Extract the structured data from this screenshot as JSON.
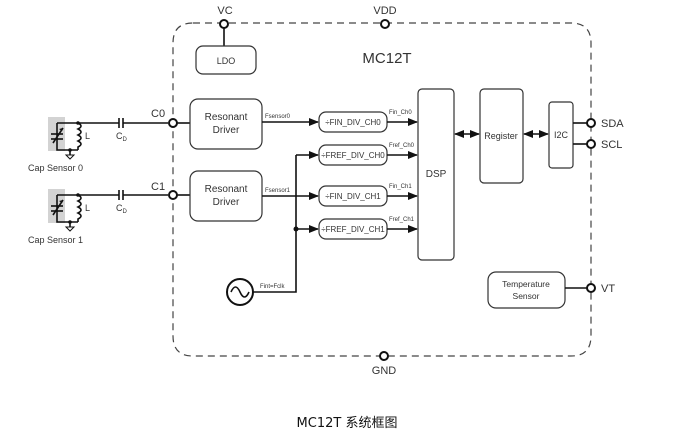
{
  "chip": {
    "name": "MC12T"
  },
  "pins": {
    "vc": "VC",
    "vdd": "VDD",
    "gnd": "GND",
    "c0": "C0",
    "c1": "C1",
    "sda": "SDA",
    "scl": "SCL",
    "vt": "VT"
  },
  "sensors": [
    {
      "label": "Cap Sensor 0",
      "inductor": "L",
      "capacitor": "C",
      "capacitor_sub": "D"
    },
    {
      "label": "Cap Sensor 1",
      "inductor": "L",
      "capacitor": "C",
      "capacitor_sub": "D"
    }
  ],
  "blocks": {
    "ldo": "LDO",
    "driver0_line1": "Resonant",
    "driver0_line2": "Driver",
    "driver1_line1": "Resonant",
    "driver1_line2": "Driver",
    "fin_div_ch0": "÷FIN_DIV_CH0",
    "fref_div_ch0": "÷FREF_DIV_CH0",
    "fin_div_ch1": "÷FIN_DIV_CH1",
    "fref_div_ch1": "÷FREF_DIV_CH1",
    "dsp": "DSP",
    "register": "Register",
    "i2c": "I2C",
    "temp_line1": "Temperature",
    "temp_line2": "Sensor"
  },
  "signals": {
    "fsensor0": "Fsensor0",
    "fsensor1": "Fsensor1",
    "fin_ch0": "Fin_Ch0",
    "fref_ch0": "Fref_Ch0",
    "fin_ch1": "Fin_Ch1",
    "fref_ch1": "Fref_Ch1",
    "fint": "Fint=Fclk"
  },
  "caption": "MC12T 系统框图"
}
